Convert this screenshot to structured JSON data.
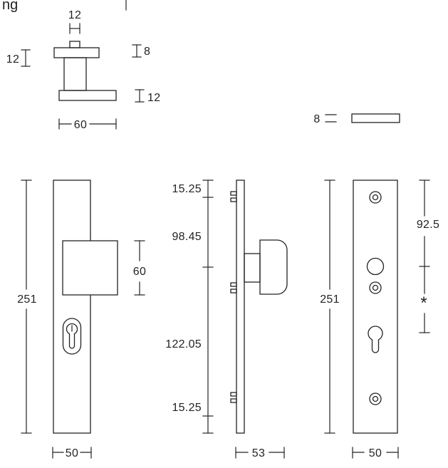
{
  "colors": {
    "line": "#232323",
    "background": "#ffffff"
  },
  "fragments": {
    "top_left_text": "ng"
  },
  "views": {
    "knob_detail": {
      "dims": {
        "spindle_width": "12",
        "cap_height": "12",
        "neck_height": "8",
        "base_height": "12",
        "width": "60"
      }
    },
    "plate_edge": {
      "dims": {
        "thickness": "8"
      }
    },
    "front": {
      "dims": {
        "height": "251",
        "knob_size": "60",
        "width": "50"
      }
    },
    "side": {
      "dims": {
        "top_offset": "15.25",
        "upper_span": "98.45",
        "lower_span": "122.05",
        "bottom_offset": "15.25",
        "depth": "53"
      }
    },
    "back": {
      "dims": {
        "height": "251",
        "screw_span": "92.5",
        "variable_span": "*",
        "width": "50"
      }
    }
  }
}
